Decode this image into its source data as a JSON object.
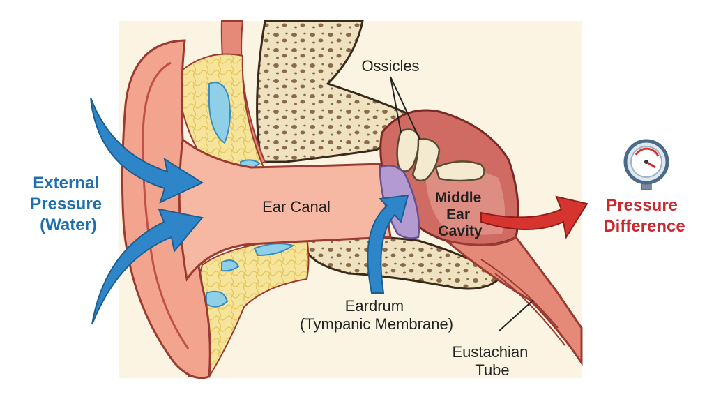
{
  "labels": {
    "external_pressure": [
      "External",
      "Pressure",
      "(Water)"
    ],
    "ear_canal": "Ear Canal",
    "ossicles": "Ossicles",
    "middle_ear": [
      "Middle",
      "Ear",
      "Cavity"
    ],
    "eardrum": [
      "Eardrum",
      "(Tympanic Membrane)"
    ],
    "eustachian": [
      "Eustachian",
      "Tube"
    ],
    "pressure_difference": [
      "Pressure",
      "Difference"
    ]
  },
  "colors": {
    "background": "#fbf4e2",
    "skin": "#f2a48e",
    "skin_dark": "#c2504a",
    "canal": "#f6b8a2",
    "cartilage": "#f6e49a",
    "bone": "#efe2c0",
    "cavity": "#cf6b62",
    "eardrum": "#b39bd1",
    "blue_arrow": "#2e86c9",
    "red_arrow": "#d6352f",
    "gauge_ring": "#4b6a88"
  }
}
